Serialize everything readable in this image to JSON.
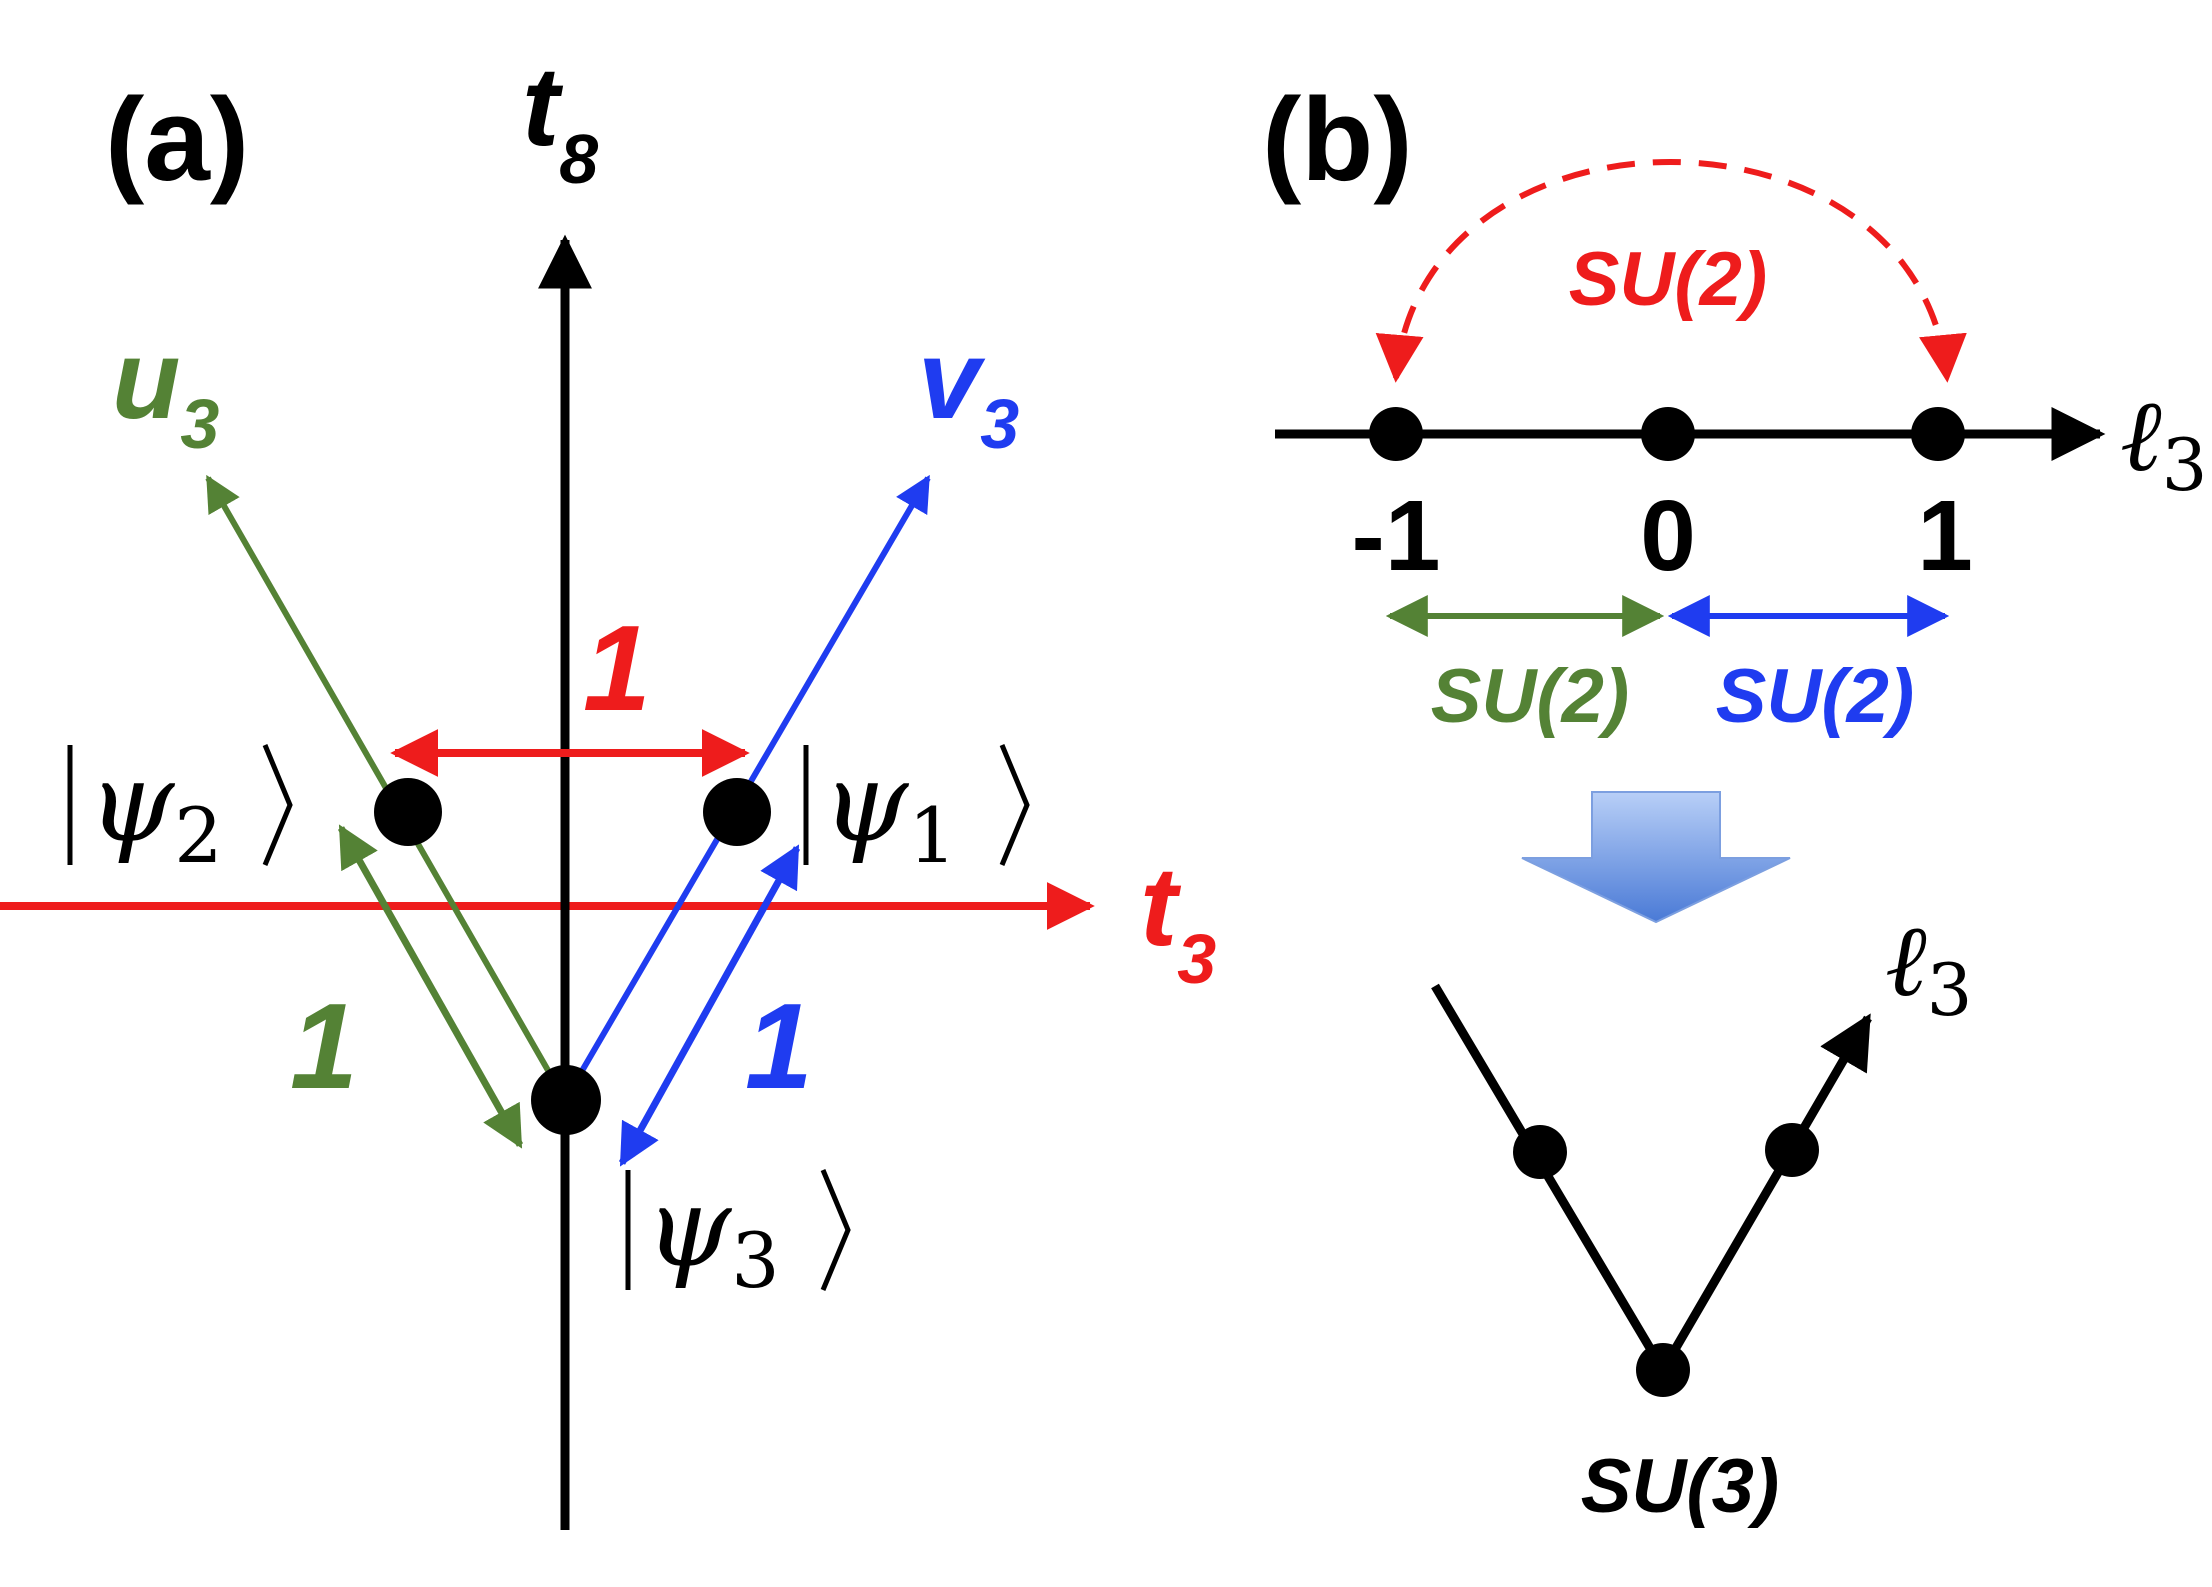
{
  "colors": {
    "black": "#000000",
    "red": "#ee1c1c",
    "green": "#548235",
    "blue": "#1f3cf0",
    "arrow_fill_top": "#a9c4f5",
    "arrow_fill_bottom": "#4f7fd8"
  },
  "panel_a": {
    "label": "(a)",
    "axis_t8": {
      "main": "t",
      "sub": "8"
    },
    "axis_t3": {
      "main": "t",
      "sub": "3"
    },
    "axis_u3": {
      "main": "u",
      "sub": "3"
    },
    "axis_v3": {
      "main": "v",
      "sub": "3"
    },
    "red_distance": "1",
    "green_distance": "1",
    "blue_distance": "1",
    "psi1": {
      "main": "ψ",
      "sub": "1"
    },
    "psi2": {
      "main": "ψ",
      "sub": "2"
    },
    "psi3": {
      "main": "ψ",
      "sub": "3"
    }
  },
  "panel_b": {
    "label": "(b)",
    "top_red_label": "SU(2)",
    "axis_label": {
      "main": "ℓ",
      "sub": "3"
    },
    "ticks": [
      "-1",
      "0",
      "1"
    ],
    "green_label": "SU(2)",
    "blue_label": "SU(2)",
    "bottom_axis_label": {
      "main": "ℓ",
      "sub": "3"
    },
    "bottom_label": "SU(3)"
  }
}
